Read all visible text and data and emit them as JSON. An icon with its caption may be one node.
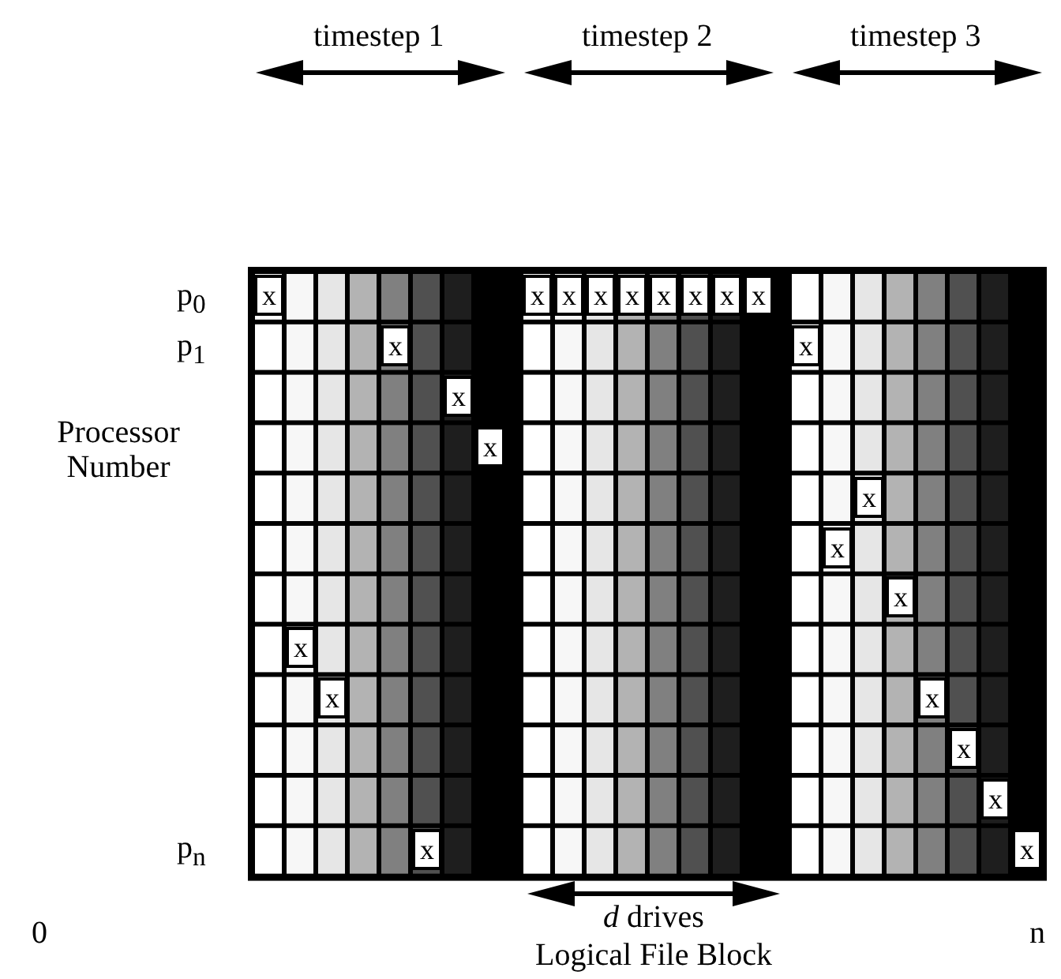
{
  "diagram": {
    "nodes": [
      {
        "text": [
          "x"
        ]
      },
      {
        "text": [
          "x"
        ]
      },
      {
        "text": [
          "x"
        ]
      },
      {
        "text": [
          "x"
        ]
      },
      {
        "text": [
          "x"
        ]
      },
      {
        "text": [
          "x"
        ]
      },
      {
        "text": [
          "x"
        ]
      },
      {
        "text": [
          "x"
        ]
      },
      {
        "text": [
          "x"
        ]
      },
      {
        "text": [
          "x"
        ]
      },
      {
        "text": [
          "x"
        ]
      },
      {
        "text": [
          "x"
        ]
      },
      {
        "text": [
          "x"
        ]
      },
      {
        "text": [
          "x"
        ]
      },
      {
        "text": [
          "x"
        ]
      },
      {
        "text": [
          "x"
        ]
      },
      {
        "text": [
          "x"
        ]
      },
      {
        "text": [
          "x"
        ]
      },
      {
        "text": [
          "x"
        ]
      },
      {
        "text": [
          "x"
        ]
      },
      {
        "text": [
          "x"
        ]
      },
      {
        "text": [
          "x"
        ]
      },
      {
        "text": [
          "x"
        ]
      }
    ],
    "labels": [
      "timestep 1",
      "timestep 2",
      "timestep 3",
      "p$_{0}$",
      "p$_{1}$",
      "Processor Number",
      "p$_{n}$",
      "*d* drives",
      "0",
      "n",
      "Logical File Block"
    ]
  }
}
